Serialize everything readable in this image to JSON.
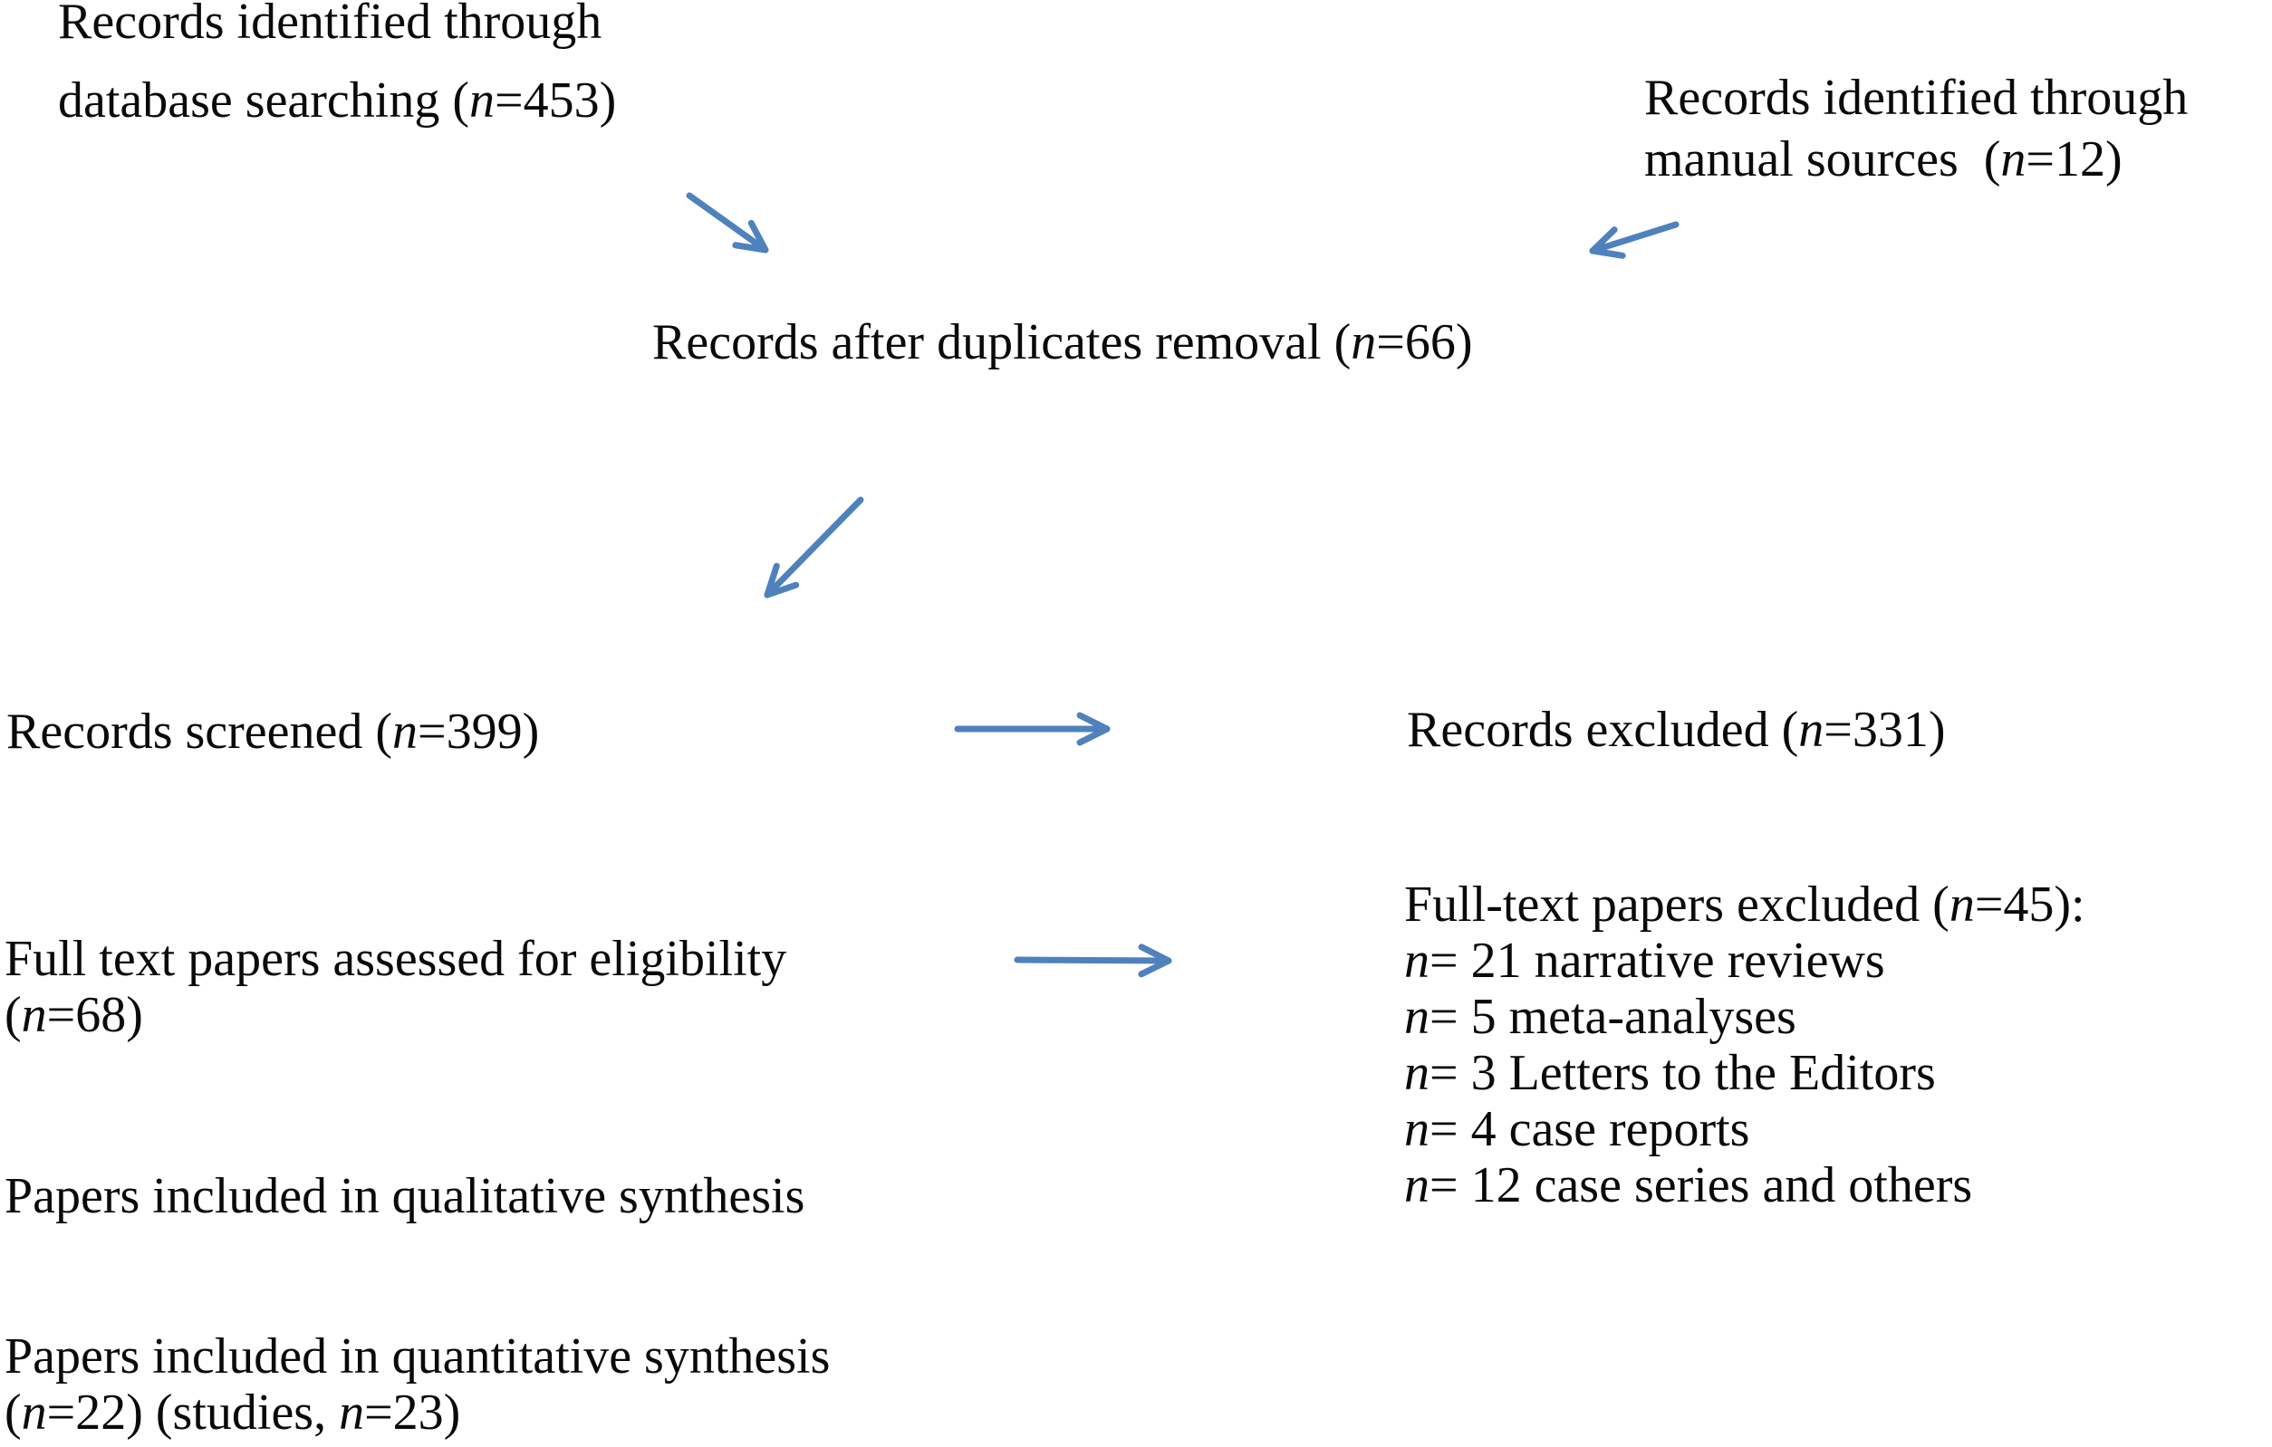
{
  "diagram": {
    "title": "PRISMA-style study selection flow",
    "arrow_color": "#4f81bd",
    "text_color": "#0a0a0a",
    "blocks": {
      "database_search": {
        "lines": [
          "Records identified through",
          "database searching (n=453)"
        ]
      },
      "manual_sources": {
        "lines": [
          "Records identified through",
          "manual sources  (n=12)"
        ]
      },
      "duplicates_removed": {
        "lines": [
          "Records after duplicates removal (n=66)"
        ]
      },
      "records_screened": {
        "lines": [
          "Records screened (n=399)"
        ]
      },
      "records_excluded": {
        "lines": [
          "Records excluded (n=331)"
        ]
      },
      "fulltext_assessed": {
        "lines": [
          "Full text papers assessed for eligibility",
          "(n=68)"
        ]
      },
      "fulltext_excluded": {
        "lines": [
          "Full-text papers excluded (n=45):",
          "n= 21 narrative reviews",
          "n= 5 meta-analyses",
          "n= 3 Letters to the Editors",
          "n= 4 case reports",
          "n= 12 case series and others"
        ]
      },
      "qualitative_synthesis": {
        "lines": [
          "Papers included in qualitative synthesis"
        ]
      },
      "quantitative_synthesis": {
        "lines": [
          "Papers included in quantitative synthesis",
          "(n=22) (studies, n=23)"
        ]
      }
    },
    "arrows": [
      {
        "name": "arrow-database-search-to-duplicates",
        "direction": "down-right"
      },
      {
        "name": "arrow-manual-sources-to-duplicates",
        "direction": "down-left"
      },
      {
        "name": "arrow-duplicates-to-screened",
        "direction": "down-left"
      },
      {
        "name": "arrow-screened-to-excluded",
        "direction": "right"
      },
      {
        "name": "arrow-assessed-to-fulltext-excluded",
        "direction": "right"
      }
    ]
  }
}
